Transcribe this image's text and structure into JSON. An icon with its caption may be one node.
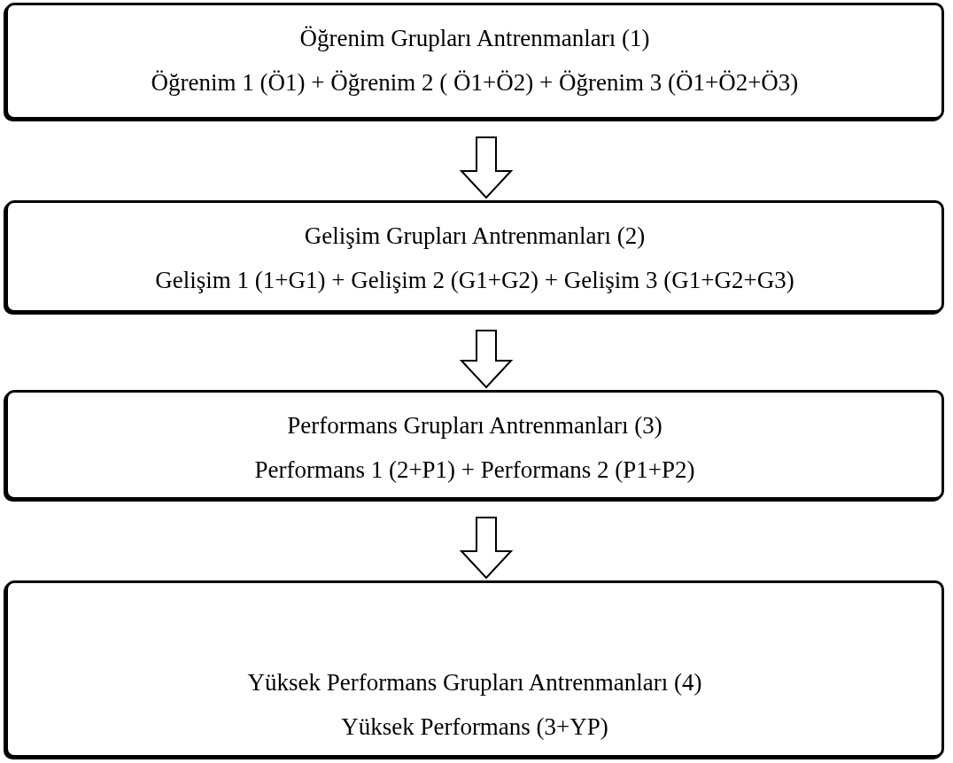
{
  "diagram": {
    "nodes": [
      {
        "text": [
          "Öğrenim Grupları Antrenmanları (1)",
          "Öğrenim 1 (Ö1) + Öğrenim 2 ( Ö1+Ö2) + Öğrenim 3 (Ö1+Ö2+Ö3)"
        ]
      },
      {
        "text": [
          "Gelişim Grupları Antrenmanları (2)",
          "Gelişim 1 (1+G1) + Gelişim 2 (G1+G2) + Gelişim 3 (G1+G2+G3)"
        ]
      },
      {
        "text": [
          "Performans Grupları Antrenmanları (3)",
          "Performans 1 (2+P1) + Performans 2 (P1+P2)"
        ]
      },
      {
        "text": [
          "Yüksek Performans Grupları Antrenmanları (4)",
          "Yüksek Performans (3+YP)"
        ]
      }
    ],
    "edges": [
      {
        "from": 0,
        "to": 1,
        "arrow": "to"
      },
      {
        "from": 1,
        "to": 2,
        "arrow": "to"
      },
      {
        "from": 2,
        "to": 3,
        "arrow": "to"
      }
    ]
  }
}
